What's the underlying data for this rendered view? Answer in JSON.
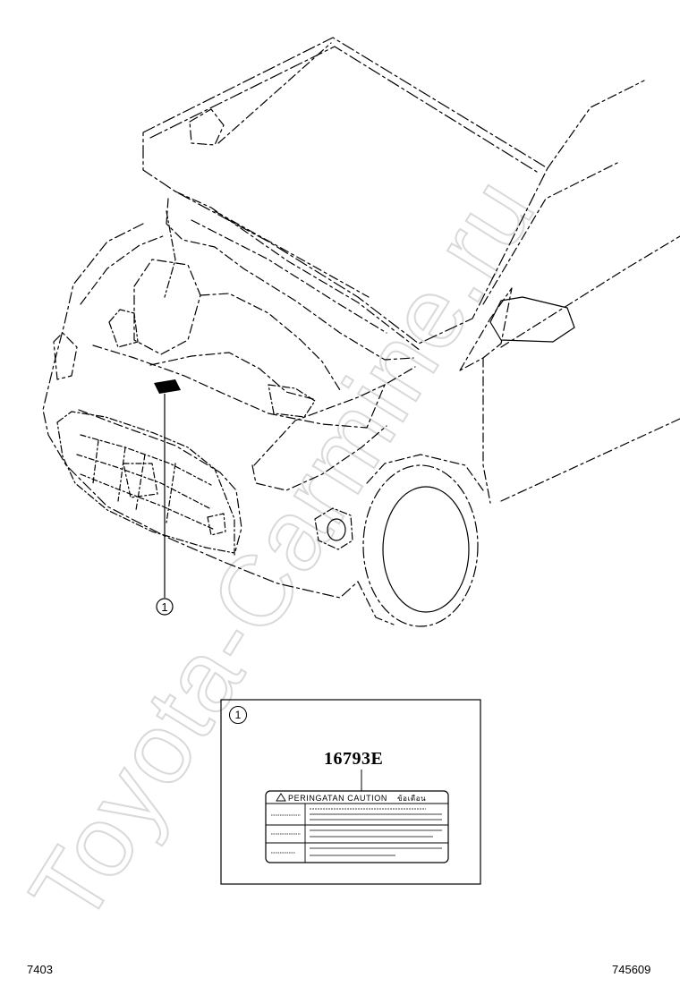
{
  "callout_main": "1",
  "inset": {
    "callout": "1",
    "part_number": "16793E",
    "label_header": "PERINGATAN CAUTION",
    "label_header_thai": "ข้อเตือน"
  },
  "watermark": "Toyota-Carmine.ru",
  "footer": {
    "left_code": "7403",
    "right_code": "745609"
  }
}
